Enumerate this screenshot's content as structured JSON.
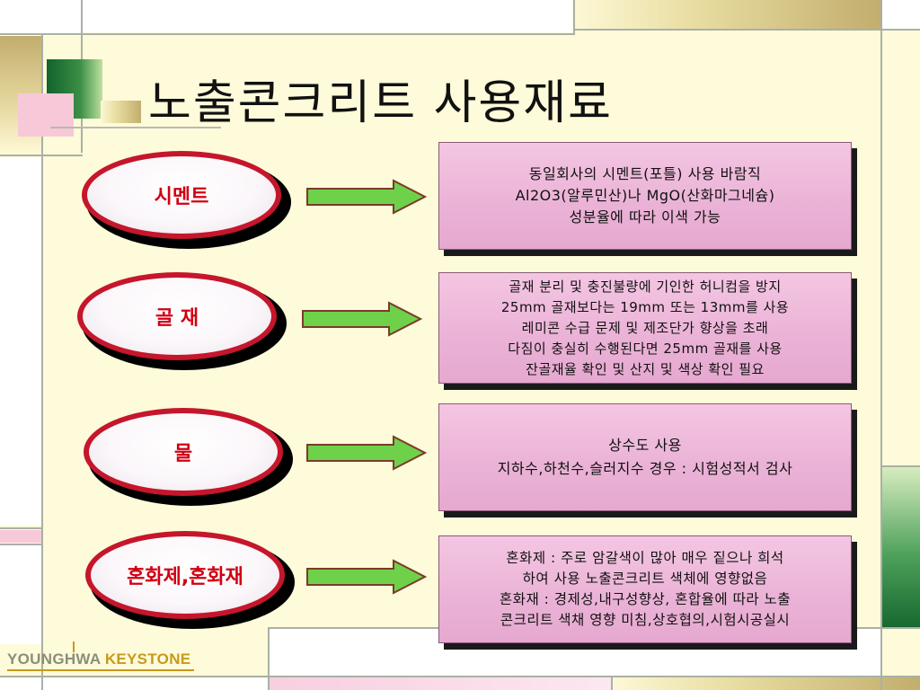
{
  "slide": {
    "title": "노출콘크리트 사용재료",
    "colors": {
      "ellipse_border": "#c5162c",
      "label_text": "#d10012",
      "box_fill": "#eab2d6",
      "arrow_green": "#6fd14a"
    }
  },
  "rows": [
    {
      "label": "시멘트",
      "icon": "arrow-right-icon",
      "lines": [
        "동일회사의 시멘트(포틀) 사용 바람직",
        "Al2O3(알루민산)나 MgO(산화마그네슘)",
        "성분율에 따라 이색 가능"
      ]
    },
    {
      "label": "골 재",
      "icon": "arrow-right-icon",
      "lines": [
        "골재 분리 및 충진불량에 기인한 허니컴을 방지",
        "25mm 골재보다는 19mm 또는 13mm를 사용",
        "레미콘 수급 문제 및 제조단가 향상을 초래",
        "다짐이 충실히 수행된다면 25mm 골재를 사용",
        "잔골재율 확인 및 산지 및 색상 확인 필요"
      ]
    },
    {
      "label": "물",
      "icon": "arrow-right-icon",
      "lines": [
        "상수도 사용",
        "지하수,하천수,슬러지수 경우 : 시험성적서 검사"
      ]
    },
    {
      "label": "혼화제,혼화재",
      "icon": "arrow-right-icon",
      "lines": [
        "혼화제 : 주로 암갈색이 많아 매우 짙으나 희석",
        "하여 사용 노출콘크리트 색체에 영향없음",
        "혼화재 : 경제성,내구성향상, 혼합율에 따라 노출",
        "콘크리트 색채 영향 미침,상호협의,시험시공실시"
      ]
    }
  ],
  "logo": {
    "part1": "YOUNGHWA",
    "part2": "KEYSTONE"
  }
}
